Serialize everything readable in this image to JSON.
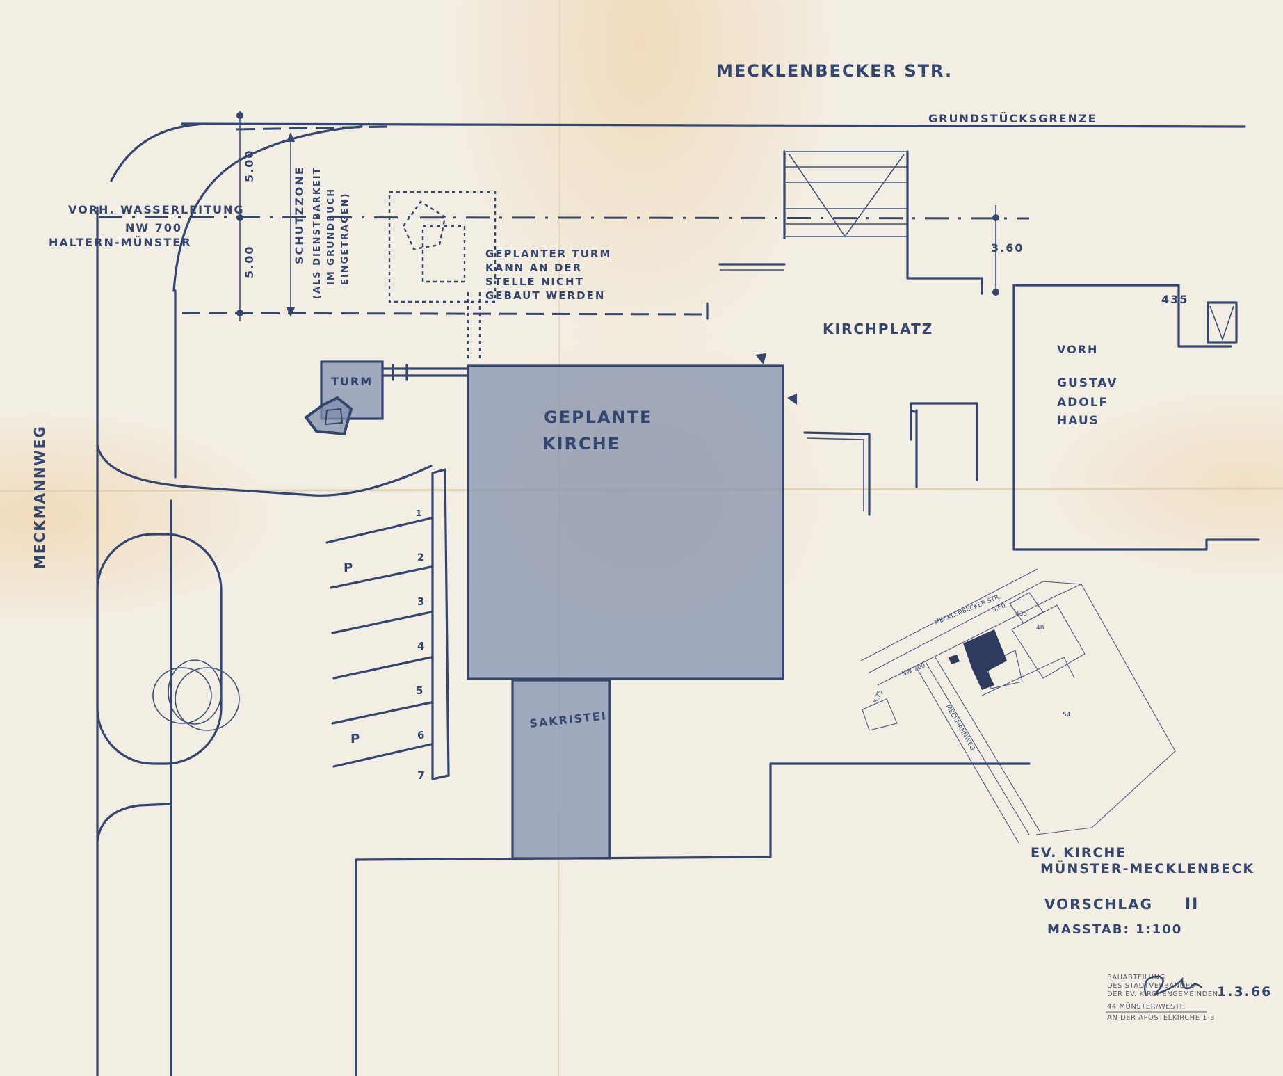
{
  "labels": {
    "street": "MECKLENBECKER STR.",
    "property_line": "GRUNDSTÜCKSGRENZE",
    "pipe_line1": "VORH. WASSERLEITUNG",
    "pipe_line2": "NW 700",
    "pipe_line3": "HALTERN-MÜNSTER",
    "protection_zone": "SCHUTZZONE",
    "easement_line1": "(ALS DIENSTBARKEIT",
    "easement_line2": "IM GRUNDBUCH",
    "easement_line3": "EINGETRAGEN)",
    "dim_upper": "5.00",
    "dim_lower": "5.00",
    "dim_right": "3.60",
    "planned_tower_note1": "GEPLANTER TURM",
    "planned_tower_note2": "KANN AN DER",
    "planned_tower_note3": "STELLE NICHT",
    "planned_tower_note4": "GEBAUT WERDEN",
    "church_square": "KIRCHPLATZ",
    "tower": "TURM",
    "church1": "GEPLANTE",
    "church2": "KIRCHE",
    "sacristy": "SAKRISTEI",
    "path": "MECKMANNWEG",
    "house_number": "435",
    "house1": "VORH",
    "house2": "GUSTAV",
    "house3": "ADOLF",
    "house4": "HAUS",
    "parking_symbol": "P",
    "parking_numbers": [
      "1",
      "2",
      "3",
      "4",
      "5",
      "6",
      "7"
    ]
  },
  "inset_map": {
    "street": "MECKLENBECKER STR.",
    "pipe": "NW 700",
    "path": "MECKMANNWEG",
    "dim_a": "3.60",
    "dim_b": "5.75",
    "label_a": "435",
    "label_b": "48",
    "label_c": "54"
  },
  "title_block": {
    "line1": "EV. KIRCHE",
    "line2": "MÜNSTER-MECKLENBECK",
    "proposal": "VORSCHLAG",
    "proposal_number": "II",
    "scale": "MASSTAB: 1:100",
    "date": "1.3.66",
    "stamp_line1": "BAUABTEILUNG",
    "stamp_line2": "DES STADTVERBANDES",
    "stamp_line3": "DER EV. KIRCHENGEMEINDEN",
    "stamp_line4": "44 MÜNSTER/WESTF.",
    "stamp_line5": "AN DER APOSTELKIRCHE 1-3"
  }
}
